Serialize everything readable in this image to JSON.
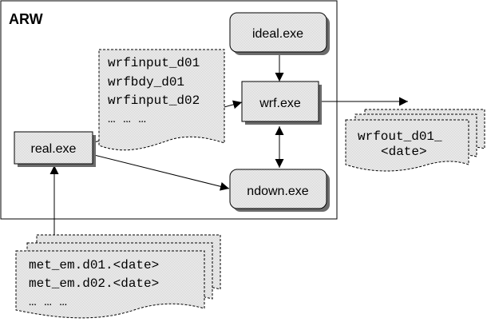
{
  "diagram": {
    "title": "ARW",
    "nodes": {
      "ideal": "ideal.exe",
      "wrf": "wrf.exe",
      "real": "real.exe",
      "ndown": "ndown.exe"
    },
    "inputs_box": {
      "lines": [
        "wrfinput_d01",
        "wrfbdy_d01",
        "wrfinput_d02",
        "… … …"
      ]
    },
    "met_box": {
      "lines": [
        "met_em.d01.<date>",
        "met_em.d02.<date>",
        "… … …"
      ]
    },
    "output_box": {
      "lines": [
        "wrfout_d01_",
        "<date>"
      ]
    },
    "colors": {
      "stroke": "#000000",
      "shadow": "#6b6b6b",
      "fill_dots": "#c8c8c8",
      "background": "#ffffff"
    }
  }
}
